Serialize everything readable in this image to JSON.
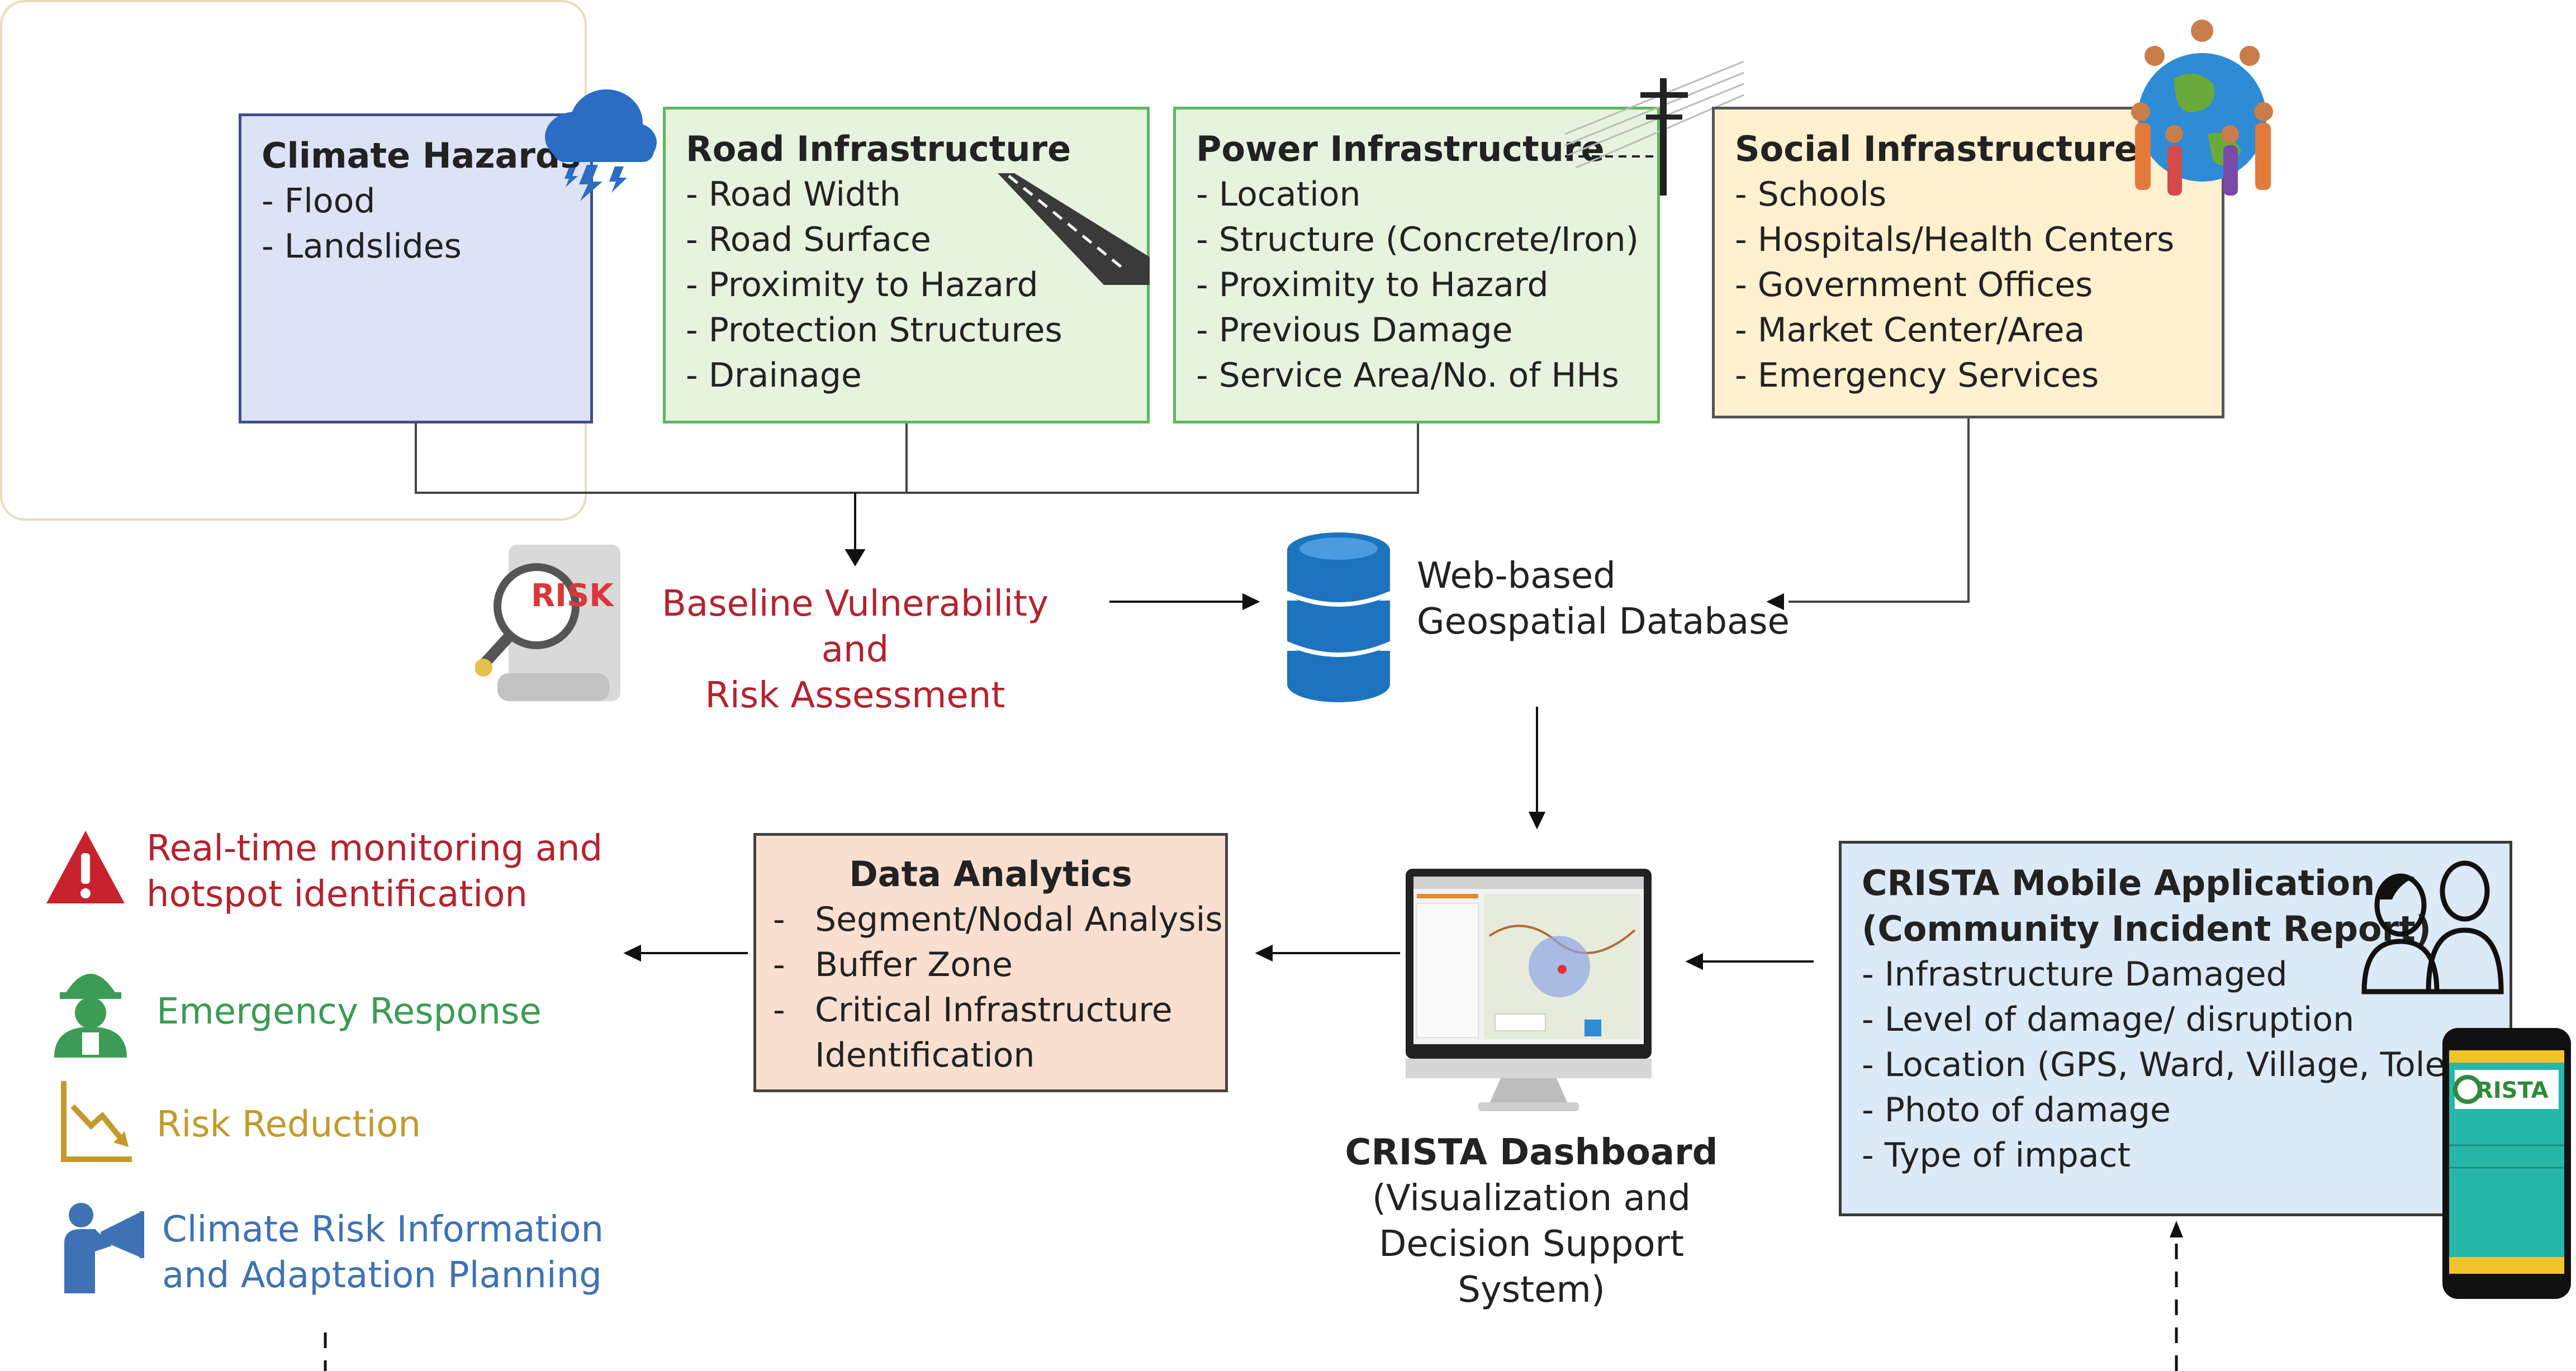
{
  "climate_hazards": {
    "title": "Climate Hazards",
    "items": [
      "- Flood",
      "- Landslides"
    ]
  },
  "road_infrastructure": {
    "title": "Road Infrastructure",
    "items": [
      "- Road Width",
      "- Road Surface",
      "- Proximity to Hazard",
      "- Protection Structures",
      "- Drainage"
    ]
  },
  "power_infrastructure": {
    "title": "Power Infrastructure",
    "items": [
      "- Location",
      "- Structure (Concrete/Iron)",
      "- Proximity to Hazard",
      "- Previous Damage",
      "- Service Area/No. of HHs"
    ]
  },
  "social_infrastructure": {
    "title": "Social Infrastructure",
    "items": [
      "- Schools",
      "- Hospitals/Health Centers",
      "- Government Offices",
      "- Market Center/Area",
      "- Emergency Services"
    ]
  },
  "baseline": {
    "line1": "Baseline Vulnerability and",
    "line2": "Risk Assessment",
    "icon_text": "RISK"
  },
  "database": {
    "line1": "Web-based",
    "line2": "Geospatial Database"
  },
  "data_analytics": {
    "title": "Data Analytics",
    "items": [
      "Segment/Nodal Analysis",
      "Buffer Zone",
      "Critical Infrastructure",
      "Identification"
    ],
    "dash": "-"
  },
  "dashboard": {
    "title": "CRISTA Dashboard",
    "line1": "(Visualization and",
    "line2": "Decision Support",
    "line3": "System)"
  },
  "mobile_app": {
    "title1": "CRISTA Mobile Application",
    "title2": "(Community Incident Report)",
    "items": [
      "- Infrastructure Damaged",
      "- Level of damage/ disruption",
      "- Location (GPS, Ward, Village, Tole)",
      "- Photo of damage",
      "- Type of impact"
    ],
    "phone_logo": "RISTA"
  },
  "outputs": {
    "realtime": {
      "line1": "Real-time monitoring and",
      "line2": "hotspot identification",
      "color": "#b5222e"
    },
    "emergency": {
      "text": "Emergency Response",
      "color": "#3c9b55"
    },
    "risk_reduction": {
      "text": "Risk Reduction",
      "color": "#c49a2c"
    },
    "climate_info": {
      "line1": "Climate Risk Information",
      "line2": "and Adaptation Planning",
      "color": "#3e72b5"
    }
  },
  "colors": {
    "risk_text": "#b5222e",
    "db_blue": "#1e73be"
  }
}
